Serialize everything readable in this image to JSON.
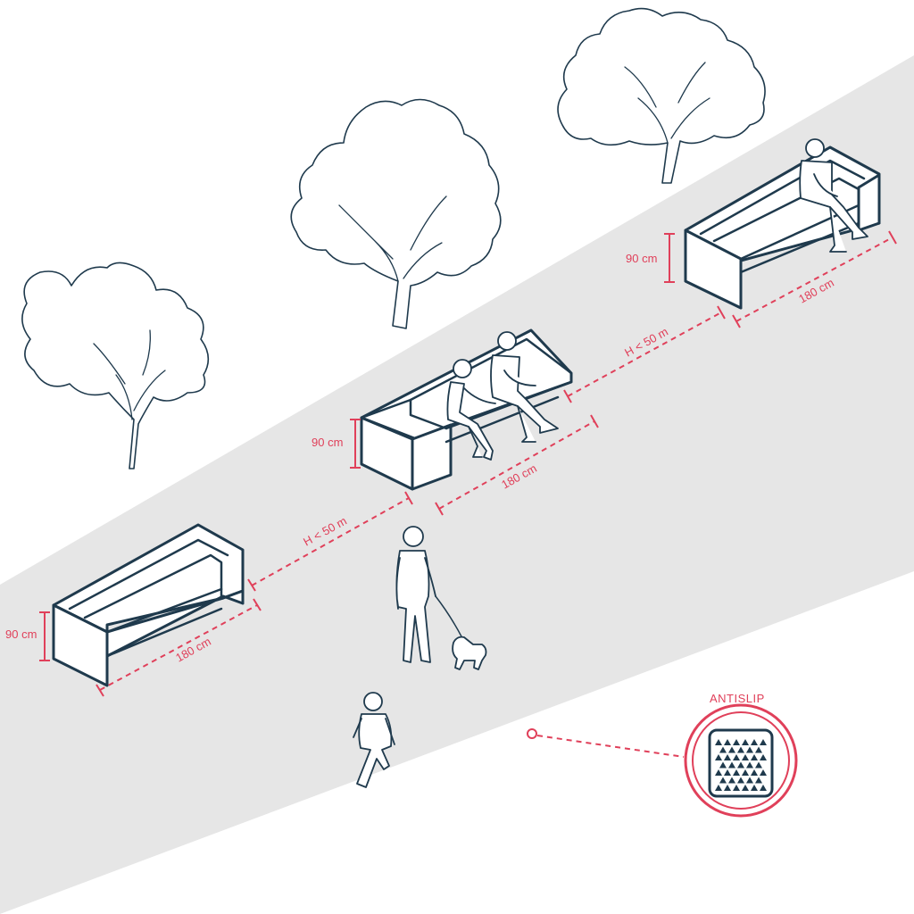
{
  "colors": {
    "path": "#e6e6e6",
    "ink": "#1f3a4d",
    "accent": "#e0405a"
  },
  "labels": {
    "height_left": "90 cm",
    "height_middle": "90 cm",
    "height_right": "90 cm",
    "length_left": "180 cm",
    "length_middle": "180 cm",
    "length_right": "180 cm",
    "gap_left": "H < 50 m",
    "gap_right": "H < 50 m",
    "antislip": "ANTISLIP"
  }
}
